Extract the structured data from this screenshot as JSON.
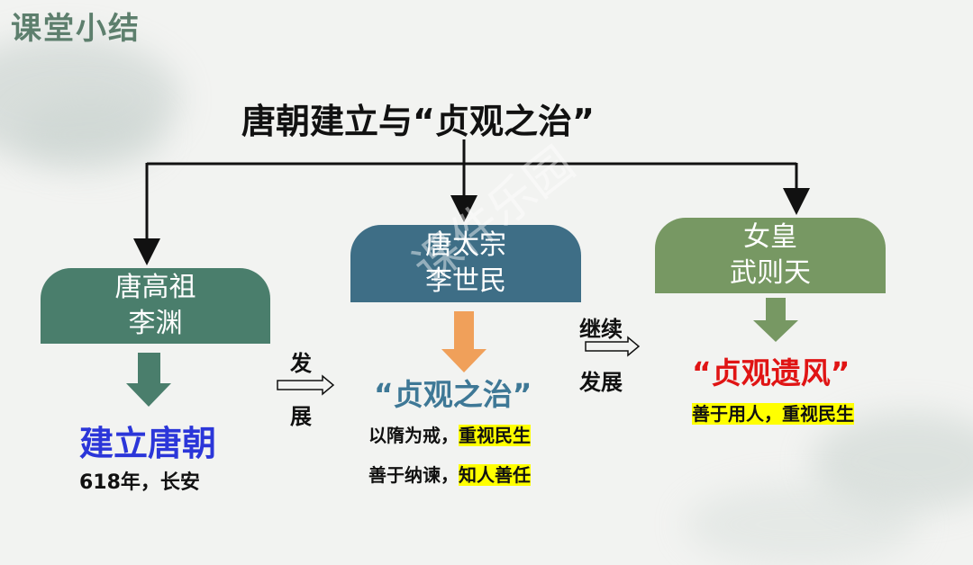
{
  "slide": {
    "section_title": "课堂小结",
    "main_title": "唐朝建立与“贞观之治”",
    "watermark": "课件乐园"
  },
  "nodes": {
    "gaozu": {
      "line1": "唐高祖",
      "line2": "李渊",
      "result": "建立唐朝",
      "detail": "618年，长安"
    },
    "taizong": {
      "line1": "唐太宗",
      "line2": "李世民",
      "result": "“贞观之治”",
      "detail1_plain": "以隋为戒，",
      "detail1_hl": "重视民生",
      "detail2_plain": "善于纳谏，",
      "detail2_hl": "知人善任"
    },
    "wu": {
      "line1": "女皇",
      "line2": "武则天",
      "result": "“贞观遗风”",
      "detail_hl": "善于用人，重视民生"
    }
  },
  "relations": {
    "development_1": "发",
    "development_2": "展",
    "continue_1": "继续",
    "continue_2": "发展"
  },
  "colors": {
    "title_green": "#5d7f6d",
    "gaozu_box": "#4a7e6c",
    "taizong_box": "#3e6e86",
    "wu_box": "#779863",
    "gaozu_text": "#2b36d9",
    "taizong_text": "#3e7896",
    "wu_text": "#e01414",
    "highlight": "#ffff00",
    "arrow_green": "#4a7e6c",
    "arrow_orange": "#f0a05a",
    "arrow_olive": "#779863"
  }
}
